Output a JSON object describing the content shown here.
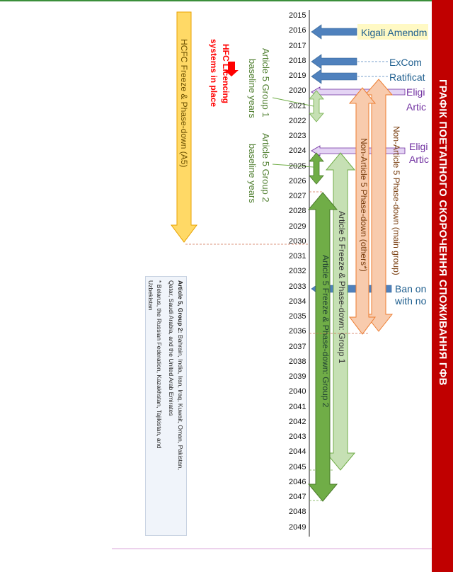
{
  "banner": {
    "title": "ГРАФІК ПОЕТАПНОГО СКОРОЧЕННЯ СПОЖИВАННЯ ГФВ"
  },
  "timeline": {
    "years": [
      "2015",
      "2016",
      "2017",
      "2018",
      "2019",
      "2020",
      "2021",
      "2022",
      "2023",
      "2024",
      "2025",
      "2026",
      "2027",
      "2028",
      "2029",
      "2030",
      "2031",
      "2032",
      "2033",
      "2034",
      "2035",
      "2036",
      "2037",
      "2038",
      "2039",
      "2040",
      "2041",
      "2042",
      "2043",
      "2044",
      "2045",
      "2046",
      "2047",
      "2048",
      "2049"
    ]
  },
  "events": {
    "kigali": "Kigali Amendm",
    "excom": "ExCom",
    "ratification": "Ratificat",
    "elig1a": "Eligi",
    "elig1b": "Artic",
    "elig2a": "Eligi",
    "elig2b": "Artic",
    "ban1": "Ban on",
    "ban2": "with no"
  },
  "bars": {
    "hcfc": "HCFC Freeze & Phase-down (A5)",
    "nonA5main": "Non-Article 5 Phase-down (main group)",
    "nonA5others": "Non-Article 5 Phase-down (others*)",
    "a5g1": "Article 5 Freeze & Phase-down: Group 1",
    "a5g2": "Article 5 Freeze & Phase-down: Group 2"
  },
  "labels": {
    "hfcLic1": "HFC Licencing",
    "hfcLic2": "systems in place",
    "g1base1": "Article 5 Group 1",
    "g1base2": "baseline years",
    "g2base1": "Article 5 Group 2",
    "g2base2": "baseline years"
  },
  "note": {
    "g2_head": "Article 5, Group 2:",
    "g2_text": " Bahrain, India, Iran, Iraq, Kuwait, Oman, Pakistan,",
    "g2_text2": "Qatar, Saudi Arabia, and the United Arab Emirates",
    "others_1": "* Belarus, the Russian Federation, Kazakhstan, Tajikistan, and",
    "others_2": "Uzbekistan"
  },
  "colors": {
    "banner": "#c00000",
    "blue": "#4f81bd",
    "orange": "#f8cbad",
    "lightgreen": "#c6e0b4",
    "green": "#70ad47",
    "yellow": "#ffd966",
    "purple": "#e4d4f4",
    "red": "#ff0000"
  }
}
